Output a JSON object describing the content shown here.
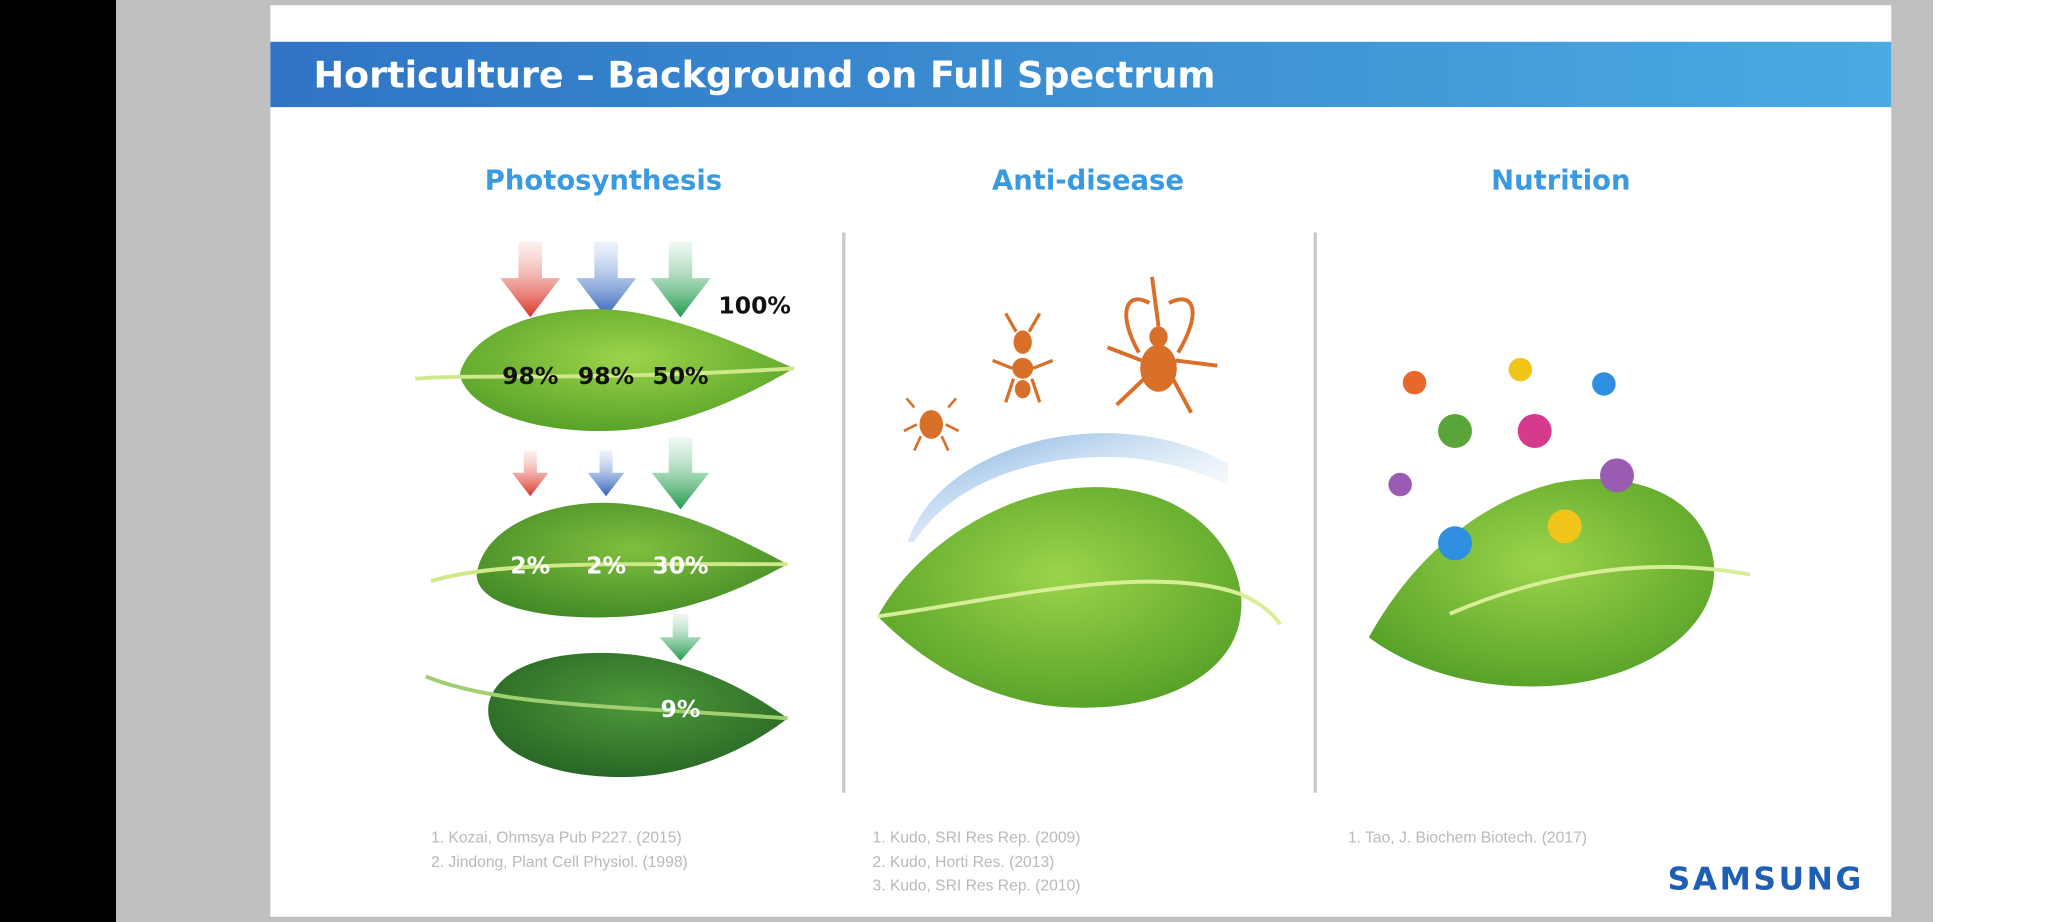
{
  "slide": {
    "title": "Horticulture – Background on Full Spectrum",
    "brand_logo": "SAMSUNG",
    "colors": {
      "header_start": "#2f74c4",
      "header_end": "#4aaae1",
      "heading": "#3a9ae0",
      "logo": "#1e5fb5"
    }
  },
  "columns": [
    {
      "heading": "Photosynthesis",
      "labels": {
        "incoming": "100%",
        "leaf1": [
          "98%",
          "98%",
          "50%"
        ],
        "leaf2": [
          "2%",
          "2%",
          "30%"
        ],
        "leaf3": "9%"
      },
      "references": [
        "1. Kozai, Ohmsya Pub P227. (2015)",
        "2. Jindong, Plant Cell Physiol. (1998)"
      ]
    },
    {
      "heading": "Anti-disease",
      "references": [
        "1. Kudo, SRI Res Rep. (2009)",
        "2. Kudo, Horti Res. (2013)",
        "3. Kudo, SRI Res Rep. (2010)"
      ]
    },
    {
      "heading": "Nutrition",
      "references": [
        "1. Tao, J. Biochem Biotech. (2017)"
      ]
    }
  ]
}
